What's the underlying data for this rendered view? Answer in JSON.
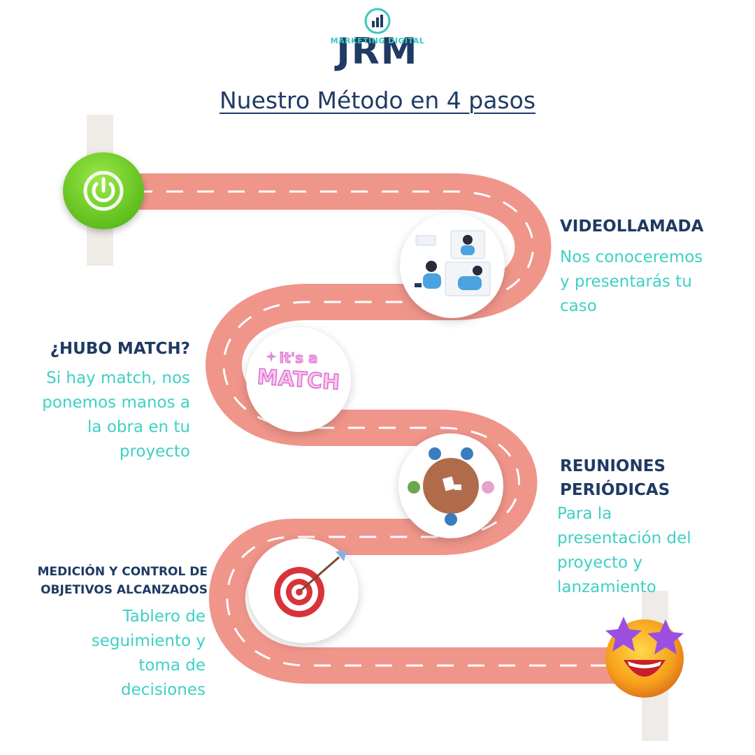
{
  "logo": {
    "text": "JRM",
    "subtitle": "MARKETING DIGITAL"
  },
  "title": "Nuestro Método en 4 pasos",
  "steps": [
    {
      "title": "VIDEOLLAMADA",
      "desc_lines": [
        "Nos conoceremos",
        "y presentarás tu",
        "caso"
      ]
    },
    {
      "title": "¿HUBO MATCH?",
      "desc_lines": [
        "Si hay match, nos",
        "ponemos manos a",
        "la obra en tu",
        "proyecto"
      ]
    },
    {
      "title_lines": [
        "REUNIONES",
        "PERIÓDICAS"
      ],
      "desc_lines": [
        "Para la",
        "presentación del",
        "proyecto y",
        "lanzamiento"
      ]
    },
    {
      "title_lines": [
        "MEDICIÓN Y CONTROL DE",
        "OBJETIVOS ALCANZADOS"
      ],
      "desc_lines": [
        "Tablero de",
        "seguimiento y",
        "toma de",
        "decisiones"
      ]
    }
  ],
  "badges": {
    "match_line1": "it's a",
    "match_line2": "MATCH"
  },
  "colors": {
    "navy": "#1f3a63",
    "teal": "#3ed0c4",
    "power_green": "#6cc72a",
    "road_start": "#c9ddd1",
    "road_end": "#f3a08c"
  }
}
